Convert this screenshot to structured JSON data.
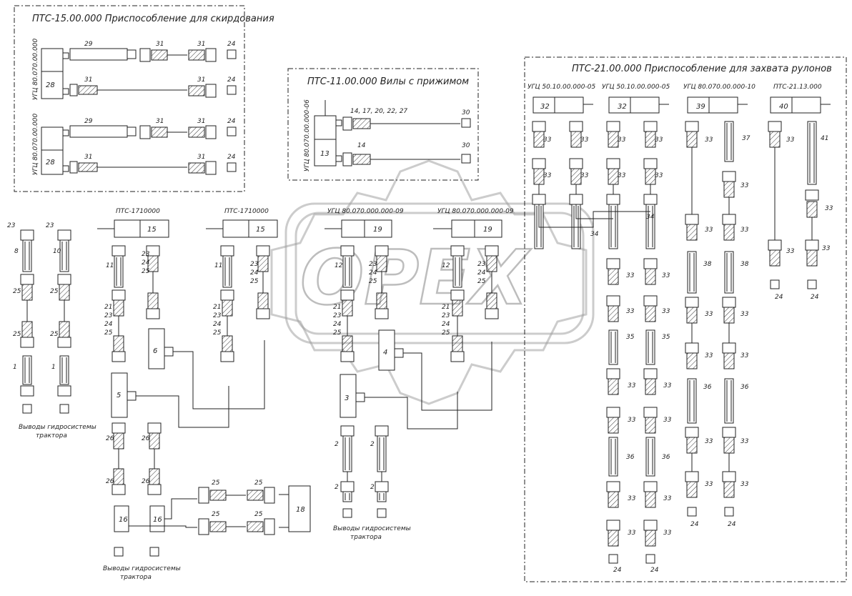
{
  "groups": {
    "g15": {
      "title": "ПТС-15.00.000 Приспособление для скирдования",
      "cyl1": "УГЦ 80.070.00.000",
      "cyl2": "УГЦ 80.070.00.000"
    },
    "g11": {
      "title": "ПТС-11.00.000 Вилы с прижимом",
      "cyl": "УГЦ 80.070.00.000-06",
      "label1": "14, 17, 20, 22, 27",
      "label2": "14"
    },
    "g21": {
      "title": "ПТС-21.00.000 Приспособление для захвата рулонов",
      "c1": "УГЦ 50.10.00.000-05",
      "c2": "УГЦ 50.10.00.000-05",
      "c3": "УГЦ 80.070.00.000-10",
      "c4": "ПТС-21.13.000"
    },
    "left": {
      "c1": "ПТС-1710000",
      "c2": "ПТС-1710000",
      "c3": "УГЦ 80.070.000.000-09",
      "c4": "УГЦ 80.070.000.000-09"
    }
  },
  "captions": {
    "out1a": "Выводы гидросистемы",
    "out1b": "трактора",
    "out2a": "Выводы гидросистемы",
    "out2b": "трактора",
    "out3a": "Выводы гидросистемы",
    "out3b": "трактора"
  },
  "watermark": "OPEX"
}
